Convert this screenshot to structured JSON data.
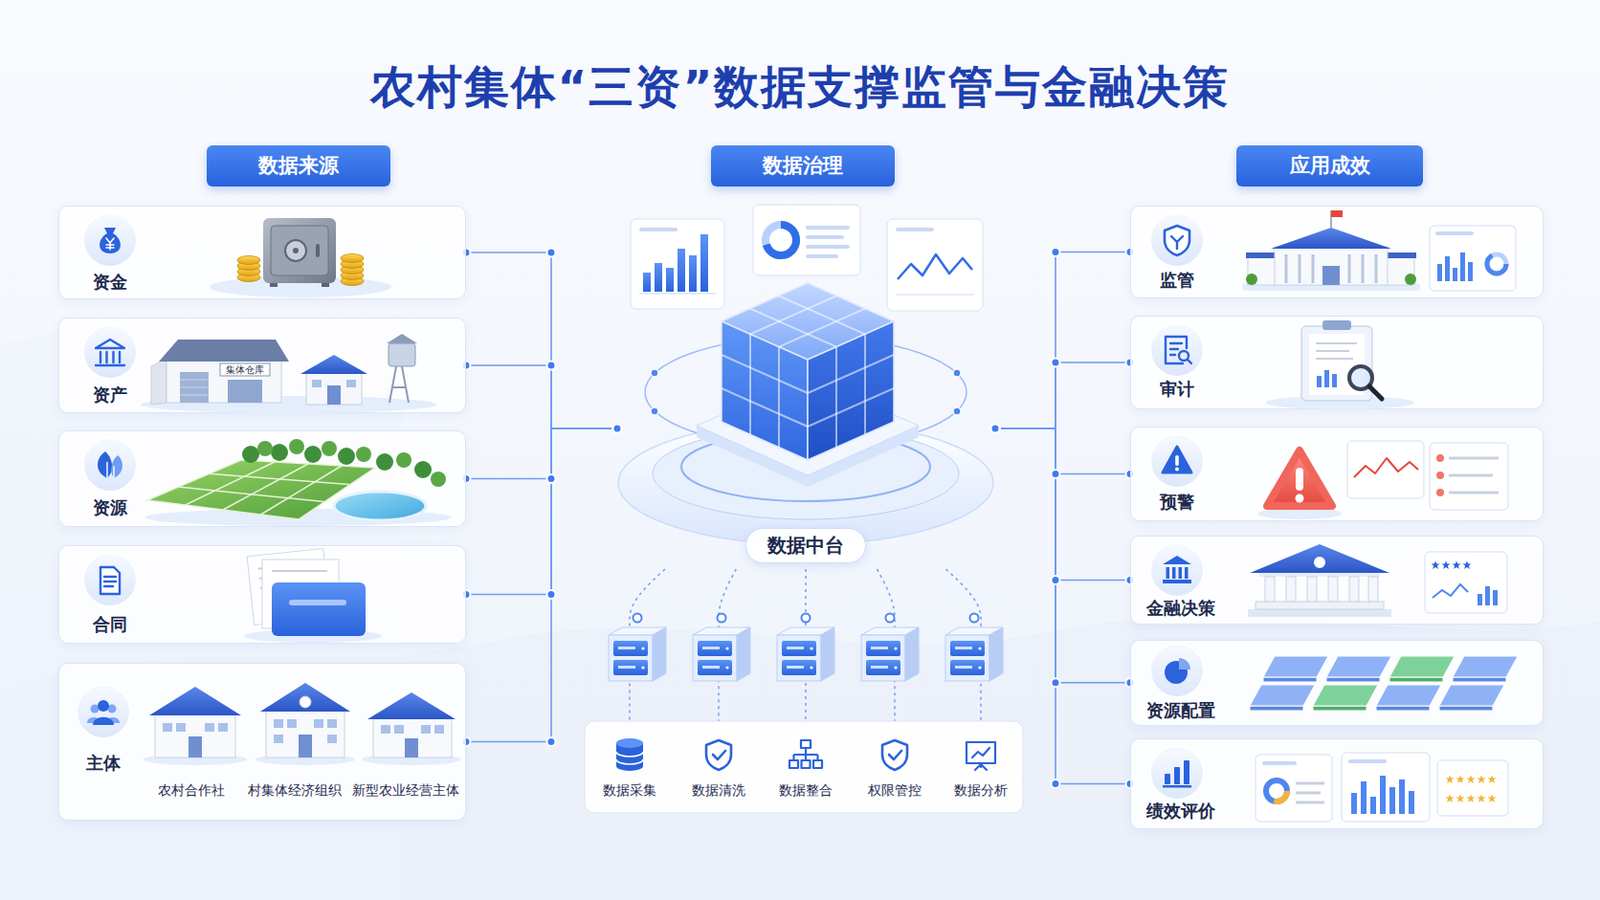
{
  "diagram": {
    "title": "农村集体“三资”数据支撑监管与金融决策",
    "nodes": [
      {
        "text": [
          "数据来源"
        ]
      },
      {
        "text": [
          "资金"
        ]
      },
      {
        "text": [
          "资产"
        ]
      },
      {
        "text": [
          "资源"
        ]
      },
      {
        "text": [
          "合同"
        ]
      },
      {
        "text": [
          "主体",
          "农村合作社",
          "村集体经济组织",
          "新型农业经营主体"
        ]
      },
      {
        "text": [
          "数据治理"
        ]
      },
      {
        "text": [
          "数据中台"
        ]
      },
      {
        "text": [
          "数据采集"
        ]
      },
      {
        "text": [
          "数据清洗"
        ]
      },
      {
        "text": [
          "数据整合"
        ]
      },
      {
        "text": [
          "权限管控"
        ]
      },
      {
        "text": [
          "数据分析"
        ]
      },
      {
        "text": [
          "应用成效"
        ]
      },
      {
        "text": [
          "监管"
        ]
      },
      {
        "text": [
          "审计"
        ]
      },
      {
        "text": [
          "预警"
        ]
      },
      {
        "text": [
          "金融决策"
        ]
      },
      {
        "text": [
          "资源配置"
        ]
      },
      {
        "text": [
          "绩效评价"
        ]
      }
    ],
    "edges": [
      {
        "from": 1,
        "to": 7,
        "arrow": "none"
      },
      {
        "from": 2,
        "to": 7,
        "arrow": "none"
      },
      {
        "from": 3,
        "to": 7,
        "arrow": "none"
      },
      {
        "from": 4,
        "to": 7,
        "arrow": "none"
      },
      {
        "from": 5,
        "to": 7,
        "arrow": "none"
      },
      {
        "from": 7,
        "to": 8,
        "arrow": "none"
      },
      {
        "from": 7,
        "to": 9,
        "arrow": "none"
      },
      {
        "from": 7,
        "to": 10,
        "arrow": "none"
      },
      {
        "from": 7,
        "to": 11,
        "arrow": "none"
      },
      {
        "from": 7,
        "to": 12,
        "arrow": "none"
      },
      {
        "from": 7,
        "to": 14,
        "arrow": "none"
      },
      {
        "from": 7,
        "to": 15,
        "arrow": "none"
      },
      {
        "from": 7,
        "to": 16,
        "arrow": "none"
      },
      {
        "from": 7,
        "to": 17,
        "arrow": "none"
      },
      {
        "from": 7,
        "to": 18,
        "arrow": "none"
      },
      {
        "from": 7,
        "to": 19,
        "arrow": "none"
      }
    ],
    "labels": [
      "集体仓库"
    ]
  }
}
